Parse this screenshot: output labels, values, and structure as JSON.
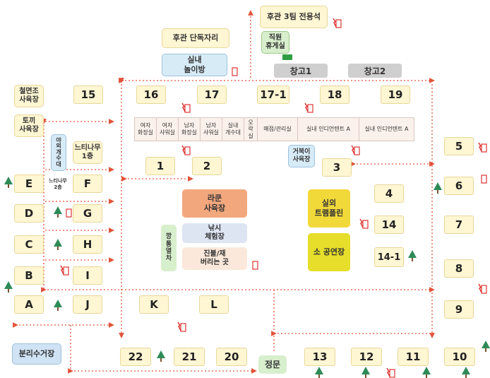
{
  "sites": {
    "s15": "15",
    "s16": "16",
    "s17": "17",
    "s17_1": "17-1",
    "s18": "18",
    "s19": "19",
    "s1": "1",
    "s2": "2",
    "s3": "3",
    "s4": "4",
    "s5": "5",
    "s6": "6",
    "s7": "7",
    "s8": "8",
    "s9": "9",
    "s10": "10",
    "s11": "11",
    "s12": "12",
    "s13": "13",
    "s14": "14",
    "s14_1": "14-1",
    "s20": "20",
    "s21": "21",
    "s22": "22",
    "A": "A",
    "B": "B",
    "C": "C",
    "D": "D",
    "E": "E",
    "F": "F",
    "G": "G",
    "H": "H",
    "I": "I",
    "J": "J",
    "K": "K",
    "L": "L"
  },
  "labels": {
    "rear_3team": "후관 3팀 전용석",
    "rear_single": "후관 단독자리",
    "staff_lounge": "직원\n휴게실",
    "indoor_playroom": "실내\n놀이방",
    "storage1": "창고1",
    "storage2": "창고2",
    "cast_iron_bath": "철면조\n사육장",
    "rabbit_bath": "토끼\n사육장",
    "outdoor_sink": "야\n외\n개\n수\n대",
    "zelkova_1f": "느티나무\n1층",
    "zelkova_2f": "느티나무\n2층",
    "turtle_pen": "거북이\n사육장",
    "raccoon_pen": "라쿤\n사육장",
    "fishing": "낚시\n체험장",
    "trash": "진불/재\n버리는 곳",
    "train": "깡\n통\n열\n차",
    "trampoline": "실외\n트램폴린",
    "cow_pen": "소 공연장",
    "recycling": "분리수거장",
    "main_gate": "정문"
  },
  "strip": [
    "여자\n화장실",
    "여자\n샤워실",
    "남자\n화장실",
    "남자\n샤워실",
    "실내\n개수대",
    "오\n락\n실",
    "매점/관리실",
    "실내 인디언텐트 A",
    "실내 인디언텐트 A"
  ],
  "colors": {
    "site": "#fff6d3",
    "road_dots": "#e0533a",
    "raccoon": "#f2a77d",
    "fishing": "#dde4f2",
    "trash": "#fbe8da",
    "trampoline": "#f2d93a",
    "cow_pen": "#e6de2a",
    "playroom": "#d7ebf7",
    "recycling": "#cfe3f5",
    "staff": "#d8efcd",
    "tree": "#2e8b57",
    "extinguisher": "#e03434"
  }
}
